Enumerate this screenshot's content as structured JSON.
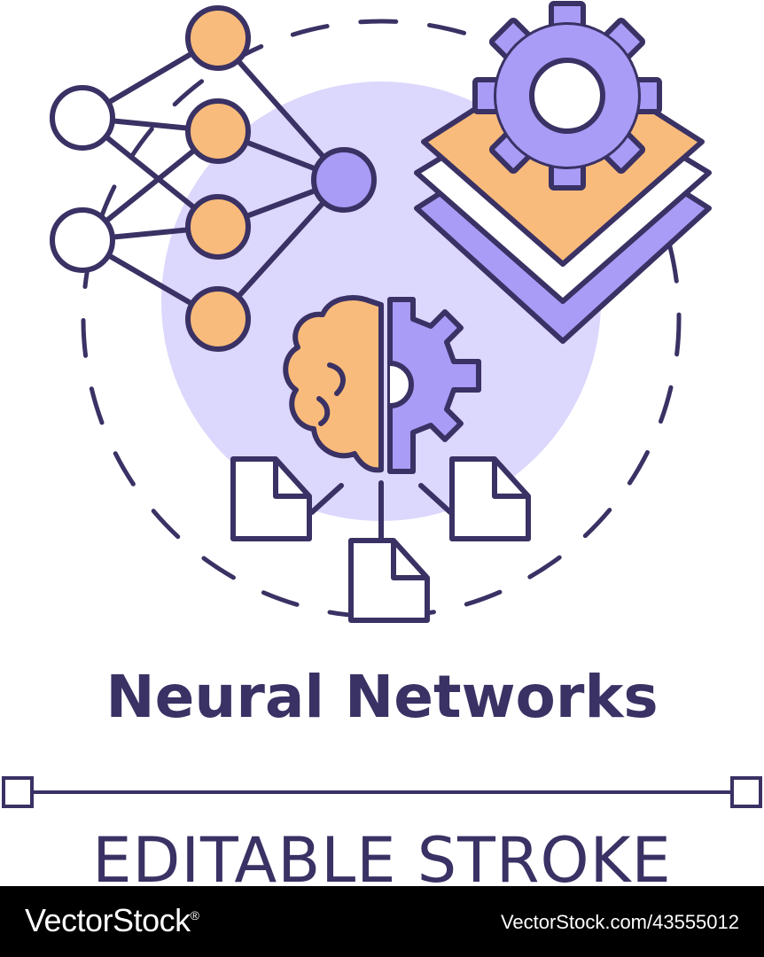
{
  "title": "Neural Networks",
  "subtitle": "EDITABLE STROKE",
  "footer": {
    "brand": "VectorStock",
    "brand_mark": "®",
    "image_ref": "VectorStock.com/43555012"
  },
  "colors": {
    "stroke": "#3a3164",
    "orange": "#f9bb7b",
    "purple": "#a89cf6",
    "lavender": "#dcd7fc",
    "white": "#ffffff",
    "footer_bg": "#000000"
  },
  "icons": [
    "neural-network-icon",
    "gear-layers-icon",
    "brain-gear-icon",
    "document-icon"
  ]
}
